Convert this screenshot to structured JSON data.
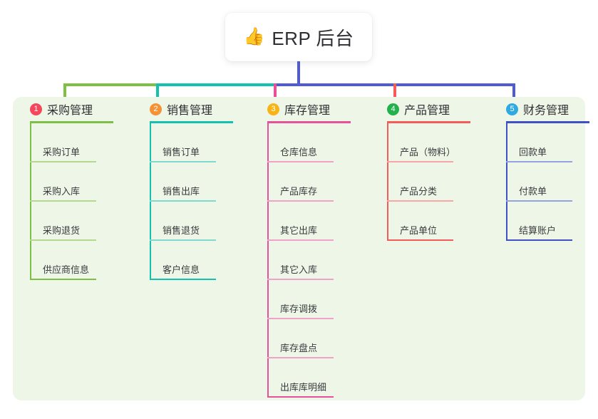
{
  "root": {
    "icon": "thumbs-up-icon",
    "emoji": "👍",
    "title": "ERP 后台"
  },
  "palette": {
    "panel_bg": "#eef7e7",
    "stem": "#4f5bd5",
    "bus_green": "#7ec045",
    "bus_teal": "#13c2ae",
    "bus_blue": "#4f5bd5"
  },
  "columns": [
    {
      "number": "1",
      "title": "采购管理",
      "badge_color": "#f4475c",
      "accent": "#7ec045",
      "accent_light": "#b4d98c",
      "items": [
        {
          "label": "采购订单"
        },
        {
          "label": "采购入库"
        },
        {
          "label": "采购退货"
        },
        {
          "label": "供应商信息"
        }
      ]
    },
    {
      "number": "2",
      "title": "销售管理",
      "badge_color": "#f59235",
      "accent": "#13c2ae",
      "accent_light": "#7fd9cf",
      "items": [
        {
          "label": "销售订单"
        },
        {
          "label": "销售出库"
        },
        {
          "label": "销售退货"
        },
        {
          "label": "客户信息"
        }
      ]
    },
    {
      "number": "3",
      "title": "库存管理",
      "badge_color": "#f8b417",
      "accent": "#e8519a",
      "accent_light": "#f0a3c6",
      "items": [
        {
          "label": "仓库信息"
        },
        {
          "label": "产品库存"
        },
        {
          "label": "其它出库"
        },
        {
          "label": "其它入库"
        },
        {
          "label": "库存调拨"
        },
        {
          "label": "库存盘点"
        },
        {
          "label": "出库库明细"
        }
      ]
    },
    {
      "number": "4",
      "title": "产品管理",
      "badge_color": "#22b14c",
      "accent": "#f55b5b",
      "accent_light": "#f9a6a6",
      "items": [
        {
          "label": "产品（物料）"
        },
        {
          "label": "产品分类"
        },
        {
          "label": "产品单位"
        }
      ]
    },
    {
      "number": "5",
      "title": "财务管理",
      "badge_color": "#2eaae0",
      "accent": "#3f51c4",
      "accent_light": "#93a3e0",
      "items": [
        {
          "label": "回款单"
        },
        {
          "label": "付款单"
        },
        {
          "label": "结算账户"
        }
      ]
    }
  ]
}
